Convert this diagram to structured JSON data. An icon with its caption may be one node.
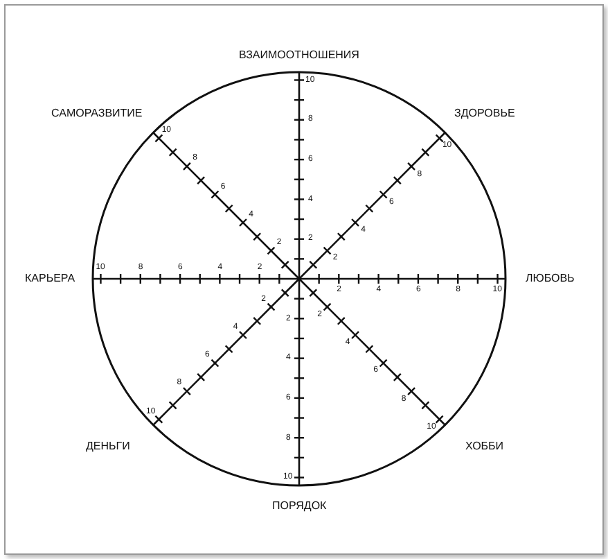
{
  "diagram": {
    "labels": [
      "ВЗАИМООТНОШЕНИЯ",
      "ЗДОРОВЬЕ",
      "ЛЮБОВЬ",
      "ХОББИ",
      "ПОРЯДОК",
      "ДЕНЬГИ",
      "КАРЬЕРА",
      "САМОРАЗВИТИЕ",
      "2",
      "4",
      "6",
      "8",
      "10",
      "2",
      "4",
      "6",
      "8",
      "10",
      "2",
      "4",
      "6",
      "8",
      "10",
      "2",
      "4",
      "6",
      "8",
      "10",
      "2",
      "4",
      "6",
      "8",
      "10",
      "2",
      "4",
      "6",
      "8",
      "10",
      "2",
      "4",
      "6",
      "8",
      "10",
      "2",
      "4",
      "6",
      "8",
      "10"
    ]
  }
}
